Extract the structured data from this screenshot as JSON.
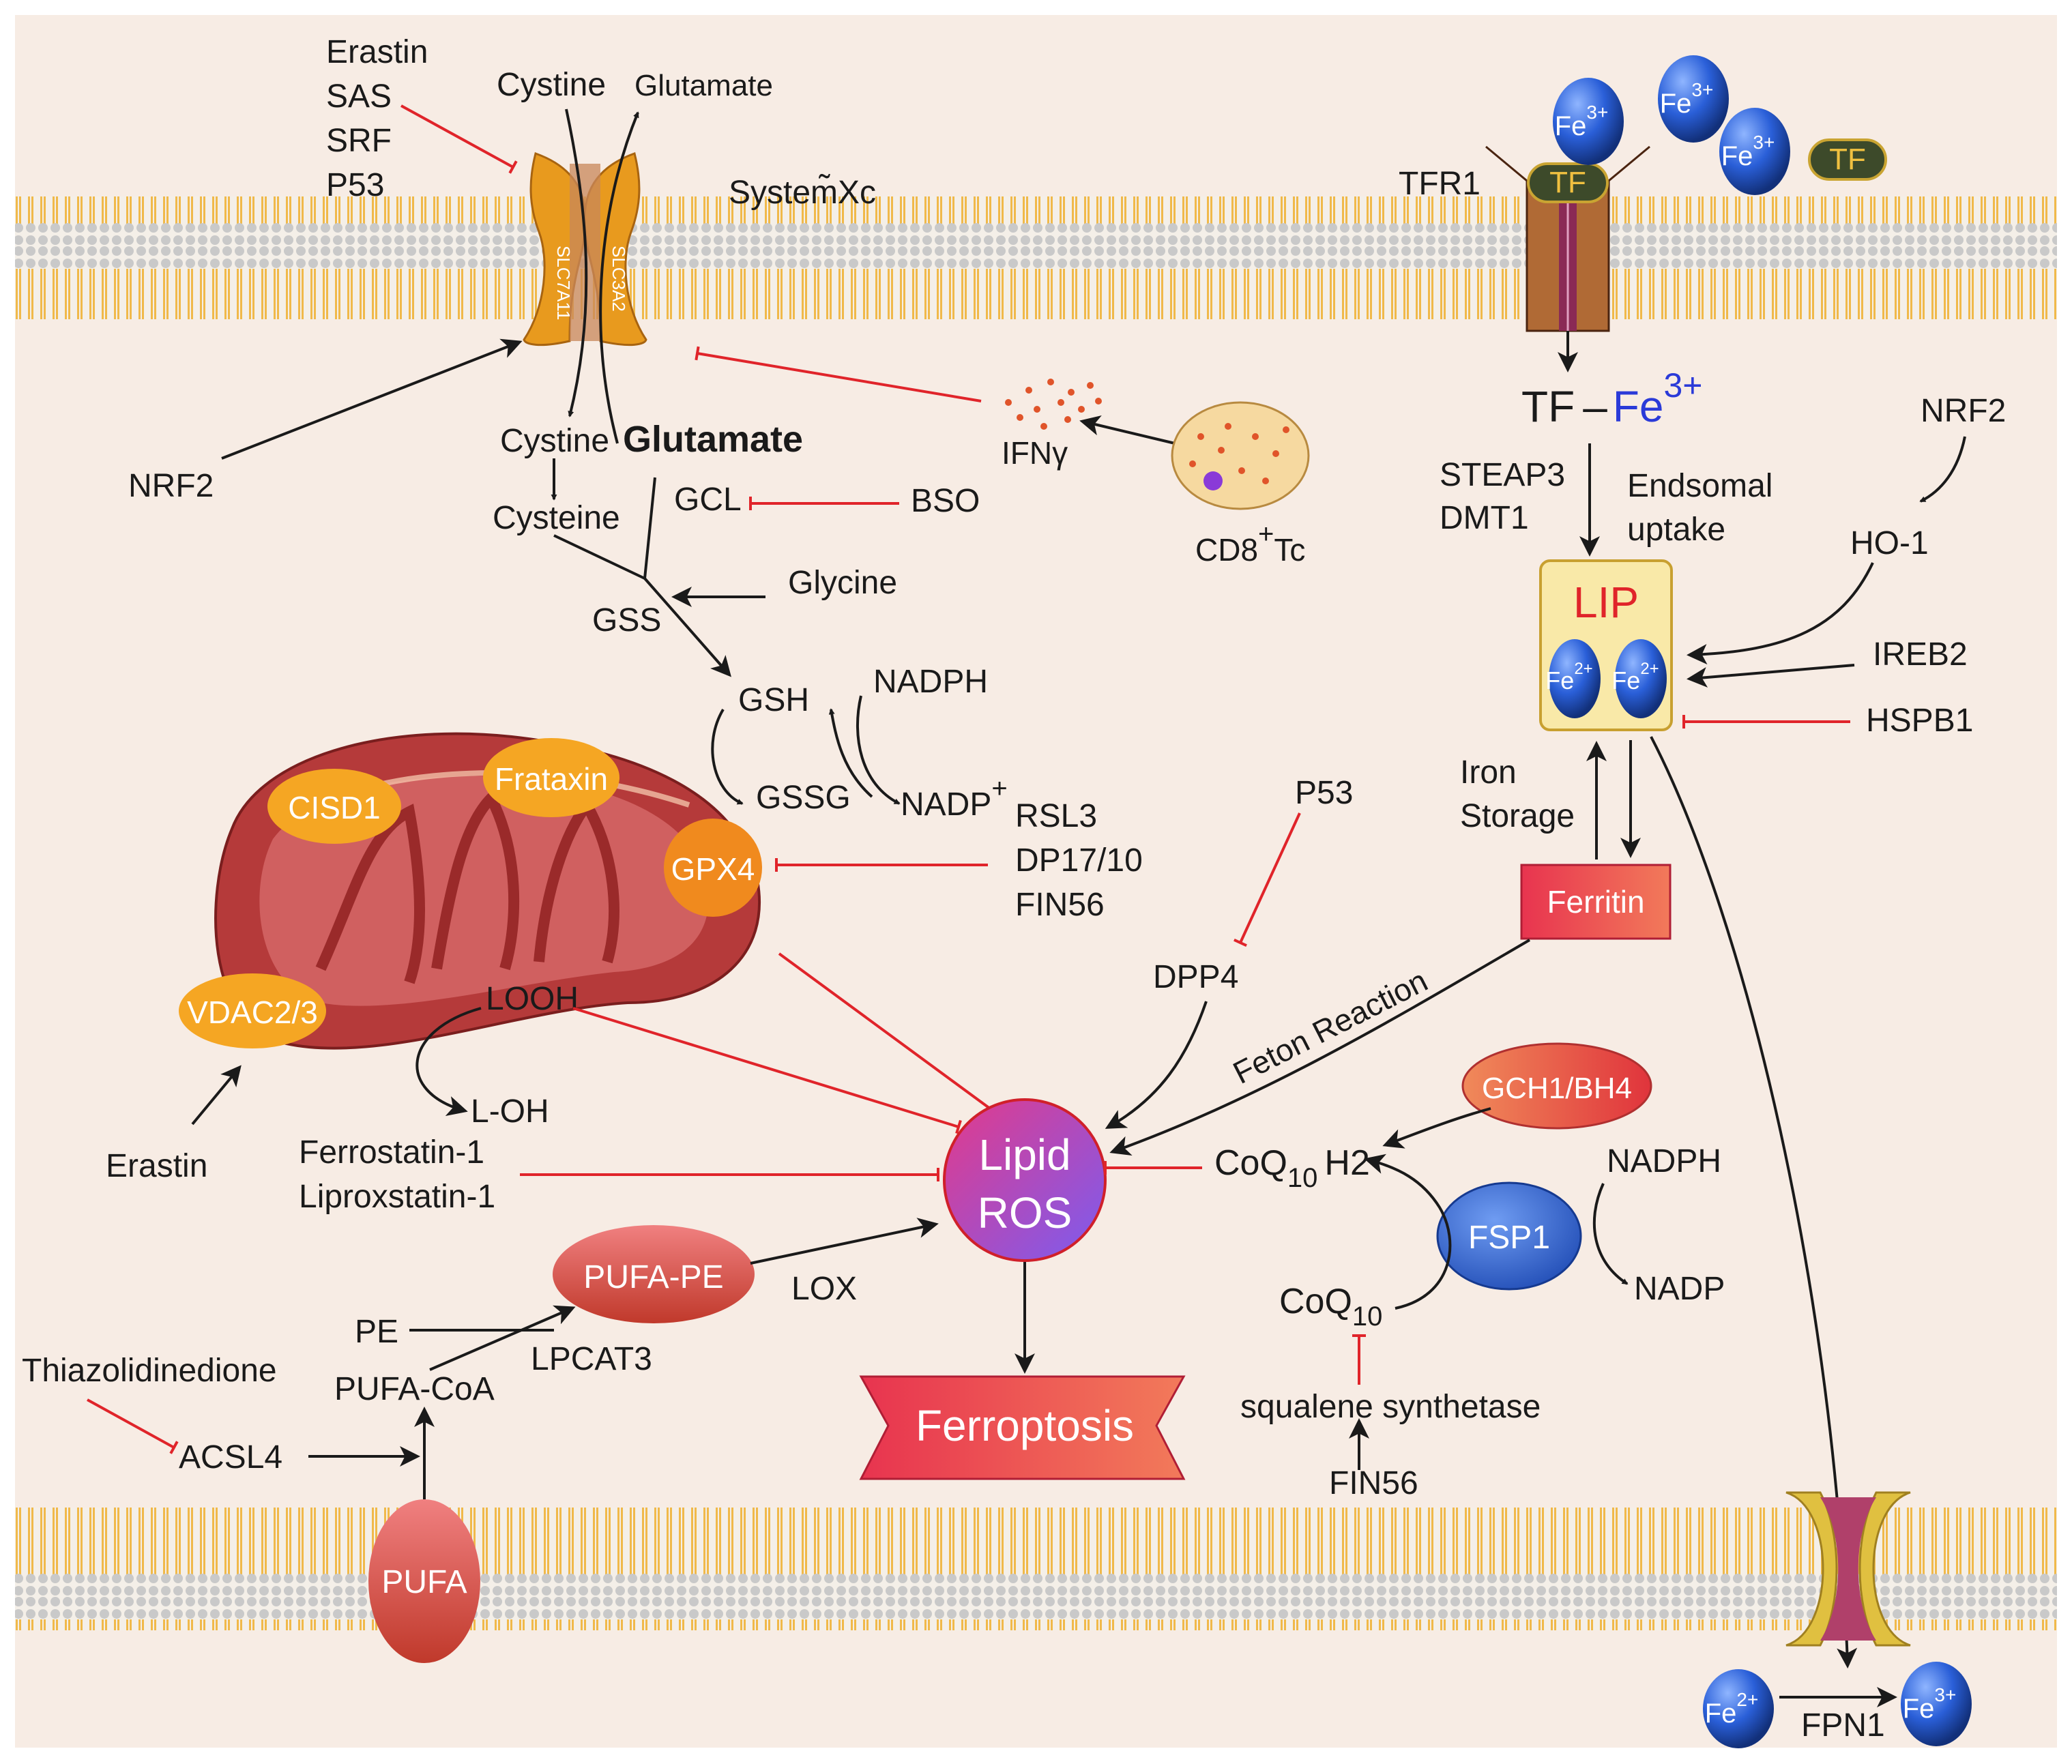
{
  "colors": {
    "background": "#f7ece4",
    "membrane": "#f2c56a",
    "inhibit": "#e0242a",
    "activate": "#1a1a1a",
    "mito": "#b53a3a",
    "orange_protein": "#f5a623",
    "lipid_ros_1": "#e33a8a",
    "lipid_ros_2": "#7b5cf0",
    "iron_blue": "#2a5fd8",
    "lip_box": "#f9e9a8"
  },
  "system_xc": {
    "label": "System̃Xc",
    "inhibitors": [
      "Erastin",
      "SAS",
      "SRF",
      "P53"
    ],
    "outside_cystine": "Cystine",
    "outside_glutamate": "Glutamate",
    "inside_cystine": "Cystine",
    "inside_glutamate": "Glutamate",
    "subunit_left": "SLC7A11",
    "subunit_right": "SLC3A2",
    "activator": "NRF2"
  },
  "immune": {
    "ifng": "IFNγ",
    "cell_main": "CD8",
    "cell_sup": "+",
    "cell_sub": "Tc"
  },
  "gsh_pathway": {
    "cysteine": "Cysteine",
    "gcl": "GCL",
    "bso": "BSO",
    "glycine": "Glycine",
    "gss": "GSS",
    "gsh": "GSH",
    "nadph": "NADPH",
    "gssg": "GSSG",
    "nadp": "NADP",
    "nadp_sup": "+",
    "gpx4_inhibitors": [
      "RSL3",
      "DP17/10",
      "FIN56"
    ]
  },
  "mitochondria": {
    "cisd1": "CISD1",
    "frataxin": "Frataxin",
    "gpx4": "GPX4",
    "vdac": "VDAC2/3",
    "erastin": "Erastin",
    "looh": "LOOH",
    "loh": "L-OH"
  },
  "inhibitors_ros": {
    "ferrostatin": "Ferrostatin-1",
    "liproxstatin": "Liproxstatin-1"
  },
  "p53_dpp4": {
    "p53": "P53",
    "dpp4": "DPP4"
  },
  "lipid_ros": {
    "line1": "Lipid",
    "line2": "ROS",
    "ferroptosis": "Ferroptosis"
  },
  "pufa": {
    "thiazolidinedione": "Thiazolidinedione",
    "acsl4": "ACSL4",
    "pufa_coa": "PUFA-CoA",
    "pe": "PE",
    "lpcat3": "LPCAT3",
    "pufa_pe": "PUFA-PE",
    "lox": "LOX",
    "pufa": "PUFA"
  },
  "iron": {
    "tfr1": "TFR1",
    "tf": "TF",
    "fe3": "Fe",
    "fe3_sup": "3+",
    "fe2": "Fe",
    "fe2_sup": "2+",
    "tf_fe_left": "TF",
    "tf_fe_dash": "–",
    "tf_fe_right": "Fe",
    "tf_fe_sup": "3+",
    "steap3": "STEAP3",
    "dmt1": "DMT1",
    "endosomal_1": "Endsomal",
    "endosomal_2": "uptake",
    "lip": "LIP",
    "nrf2": "NRF2",
    "ho1": "HO-1",
    "ireb2": "IREB2",
    "hspb1": "HSPB1",
    "iron_storage_1": "Iron",
    "iron_storage_2": "Storage",
    "ferritin": "Ferritin",
    "fenton": "Feton Reaction",
    "fpn1": "FPN1"
  },
  "fsp1": {
    "gch1": "GCH1/BH4",
    "coq": "CoQ",
    "coq_sub": "10",
    "h2": "H2",
    "fsp1": "FSP1",
    "nadph": "NADPH",
    "nadp": "NADP",
    "squalene": "squalene synthetase",
    "fin56": "FIN56"
  }
}
